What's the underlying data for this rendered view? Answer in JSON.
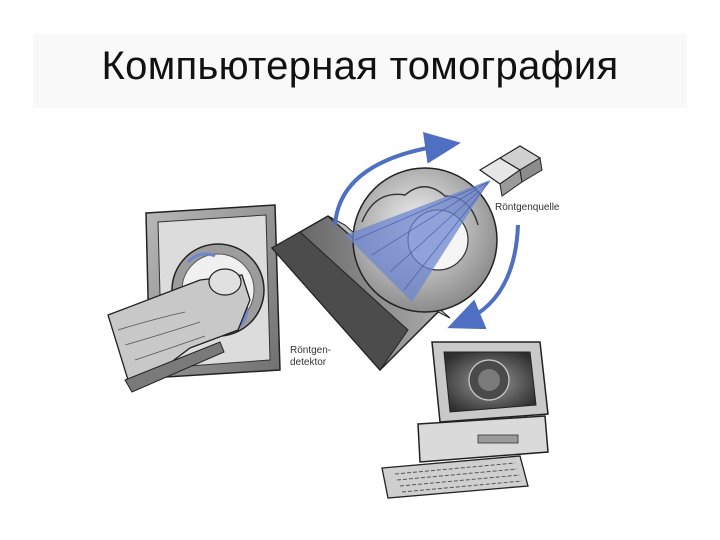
{
  "title": "Компьютерная томография",
  "labels": {
    "source": "Röntgenquelle",
    "detector_line1": "Röntgen-",
    "detector_line2": "detektor"
  },
  "colors": {
    "beam": "#6d86d0",
    "arrow": "#4f6fc2",
    "outline": "#222222",
    "shade": "#8a8a8a"
  }
}
